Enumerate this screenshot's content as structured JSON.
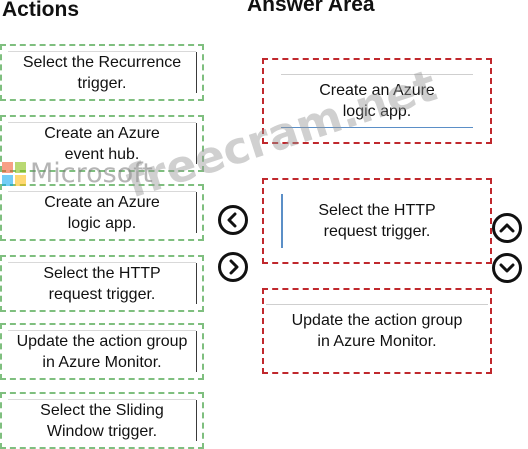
{
  "headings": {
    "actions": "Actions",
    "answer_area": "Answer Area"
  },
  "actions": [
    {
      "line1": "Select the Recurrence",
      "line2": "trigger."
    },
    {
      "line1": "Create an Azure",
      "line2": "event hub."
    },
    {
      "line1": "Create an Azure",
      "line2": "logic app."
    },
    {
      "line1": "Select the HTTP",
      "line2": "request trigger."
    },
    {
      "line1": "Update the action group",
      "line2": "in Azure Monitor."
    },
    {
      "line1": "Select the Sliding",
      "line2": "Window trigger."
    }
  ],
  "answers": [
    {
      "line1": "Create an Azure",
      "line2": "logic app."
    },
    {
      "line1": "Select the HTTP",
      "line2": "request trigger."
    },
    {
      "line1": "Update the action group",
      "line2": "in Azure Monitor."
    }
  ],
  "controls": {
    "move_left_icon": "chevron-left-icon",
    "move_right_icon": "chevron-right-icon",
    "move_up_icon": "chevron-up-icon",
    "move_down_icon": "chevron-down-icon"
  },
  "watermarks": {
    "site": "freecram.net",
    "brand": "Microsoft"
  },
  "colors": {
    "action_border": "#7fbf7f",
    "answer_border": "#c0282d",
    "ms_red": "#f25022",
    "ms_green": "#7fba00",
    "ms_blue": "#00a4ef",
    "ms_yellow": "#ffb900"
  }
}
